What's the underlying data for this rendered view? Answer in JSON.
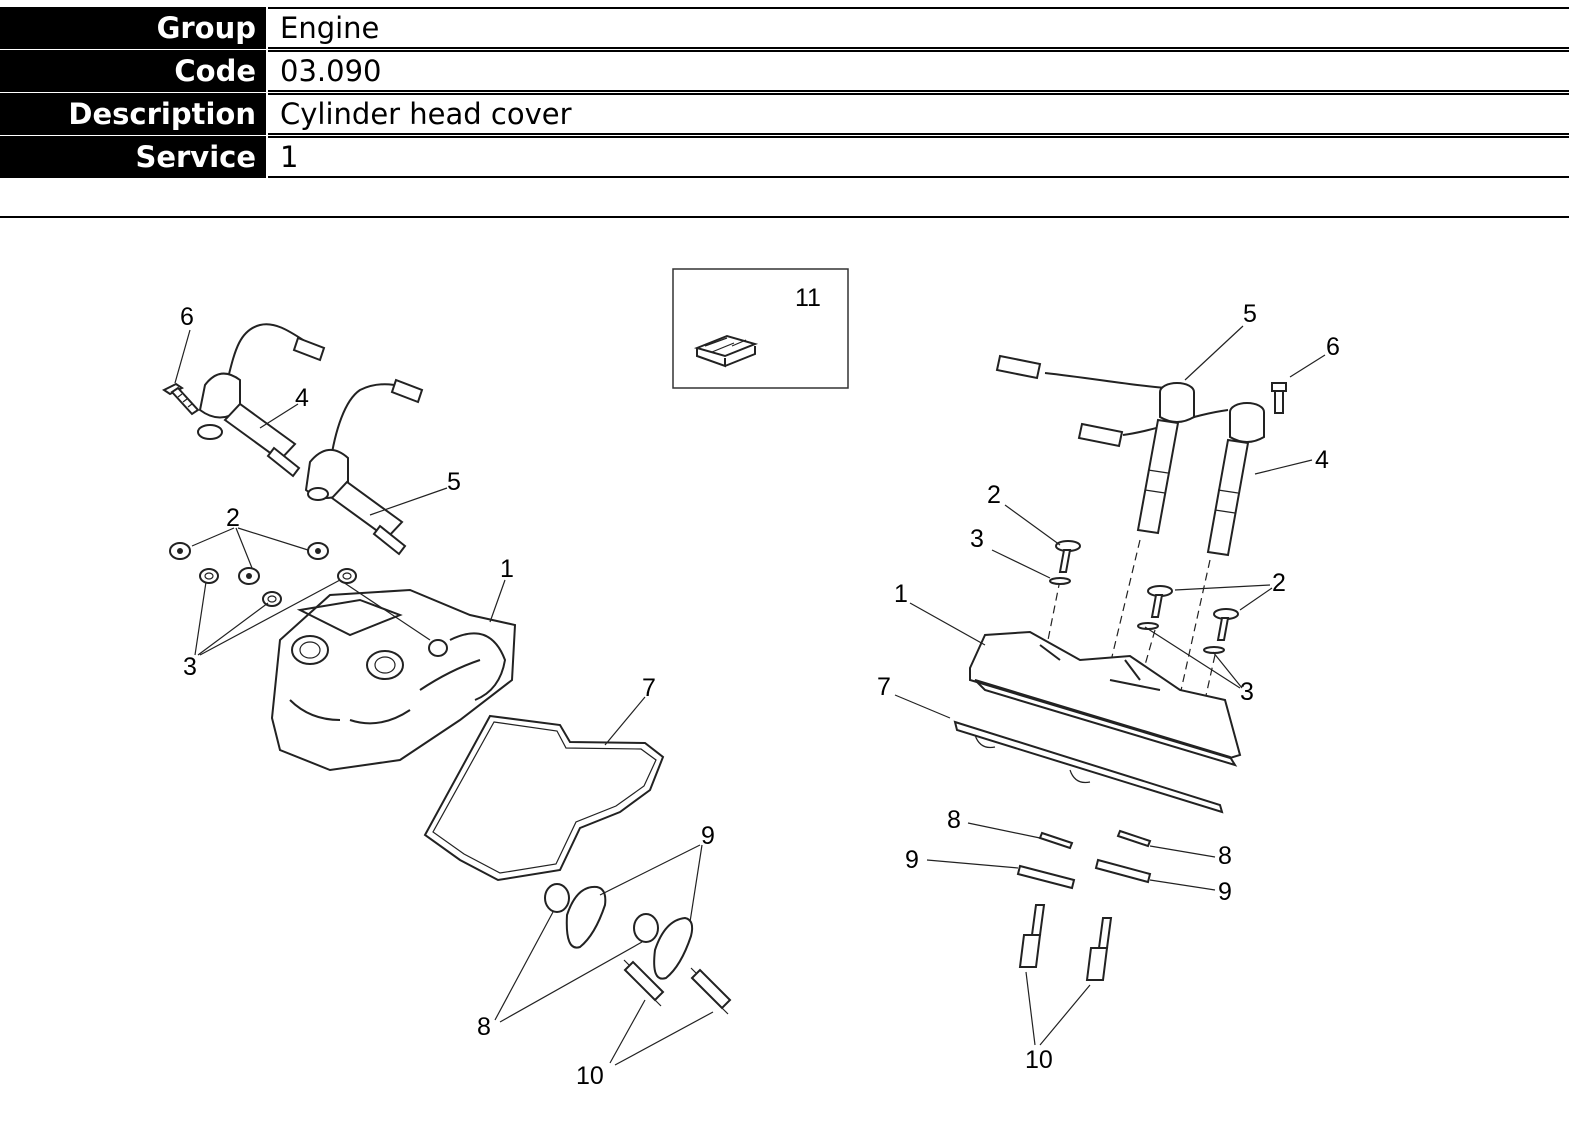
{
  "header": {
    "rows": [
      {
        "label": "Group",
        "value": "Engine"
      },
      {
        "label": "Code",
        "value": "03.090"
      },
      {
        "label": "Description",
        "value": "Cylinder head cover"
      },
      {
        "label": "Service",
        "value": "1"
      }
    ]
  },
  "diagram": {
    "callouts_left": [
      "6",
      "4",
      "5",
      "2",
      "3",
      "1",
      "7",
      "9",
      "8",
      "10"
    ],
    "callout_inset": "11",
    "callouts_right": [
      "5",
      "6",
      "4",
      "2",
      "3",
      "1",
      "2",
      "3",
      "7",
      "8",
      "8",
      "9",
      "9",
      "10"
    ]
  }
}
